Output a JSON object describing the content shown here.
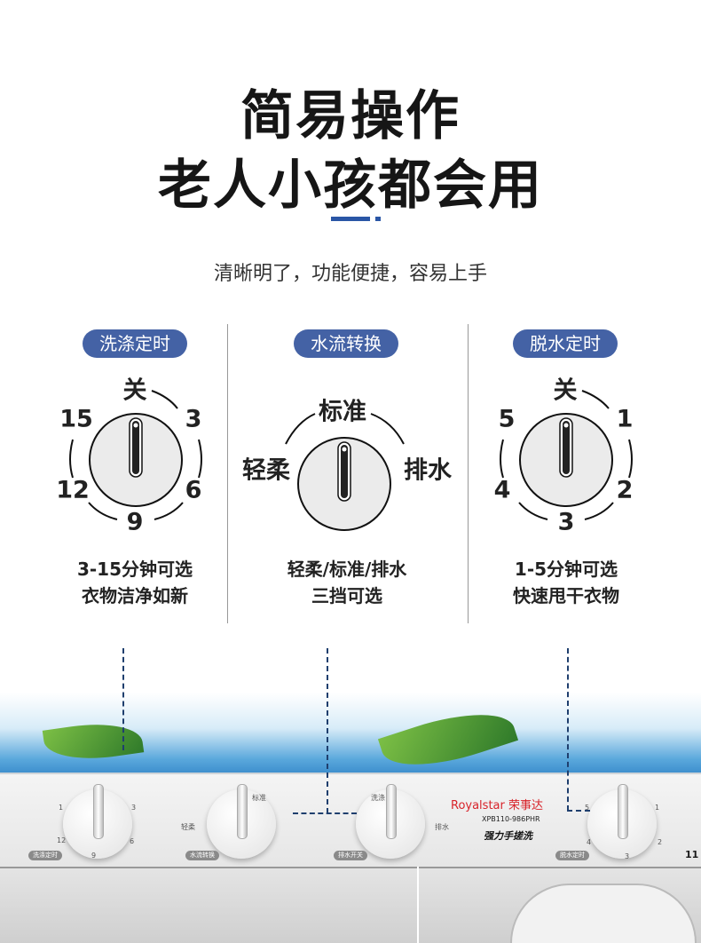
{
  "header": {
    "title_line1": "简易操作",
    "title_line2": "老人小孩都会用",
    "subtitle": "清晰明了，功能便捷，容易上手"
  },
  "columns": [
    {
      "label": "洗涤定时",
      "dial_labels": {
        "top": "关",
        "top_left": "15",
        "top_right": "3",
        "bottom_left": "12",
        "bottom_right": "6",
        "bottom": "9"
      },
      "desc_line1": "3-15分钟可选",
      "desc_line2": "衣物洁净如新"
    },
    {
      "label": "水流转换",
      "dial_labels": {
        "top": "标准",
        "left": "轻柔",
        "right": "排水"
      },
      "desc_line1": "轻柔/标准/排水",
      "desc_line2": "三挡可选"
    },
    {
      "label": "脱水定时",
      "dial_labels": {
        "top": "关",
        "top_left": "5",
        "top_right": "1",
        "bottom_left": "4",
        "bottom_right": "2",
        "bottom": "3"
      },
      "desc_line1": "1-5分钟可选",
      "desc_line2": "快速甩干衣物"
    }
  ],
  "machine": {
    "brand": "Royalstar 荣事达",
    "model": "XPB110-986PHR",
    "slogan": "强力手搓洗",
    "knob_tags": [
      "洗涤定时",
      "水流转换",
      "排水开关",
      "脱水定时"
    ],
    "knob1_numbers": [
      "1",
      "3",
      "6",
      "9",
      "12"
    ],
    "knob2_labels": [
      "标准",
      "轻柔"
    ],
    "knob3_labels": [
      "洗涤",
      "排水"
    ],
    "knob4_numbers": [
      "5",
      "1",
      "2",
      "3",
      "4"
    ],
    "edge_text": "11"
  }
}
